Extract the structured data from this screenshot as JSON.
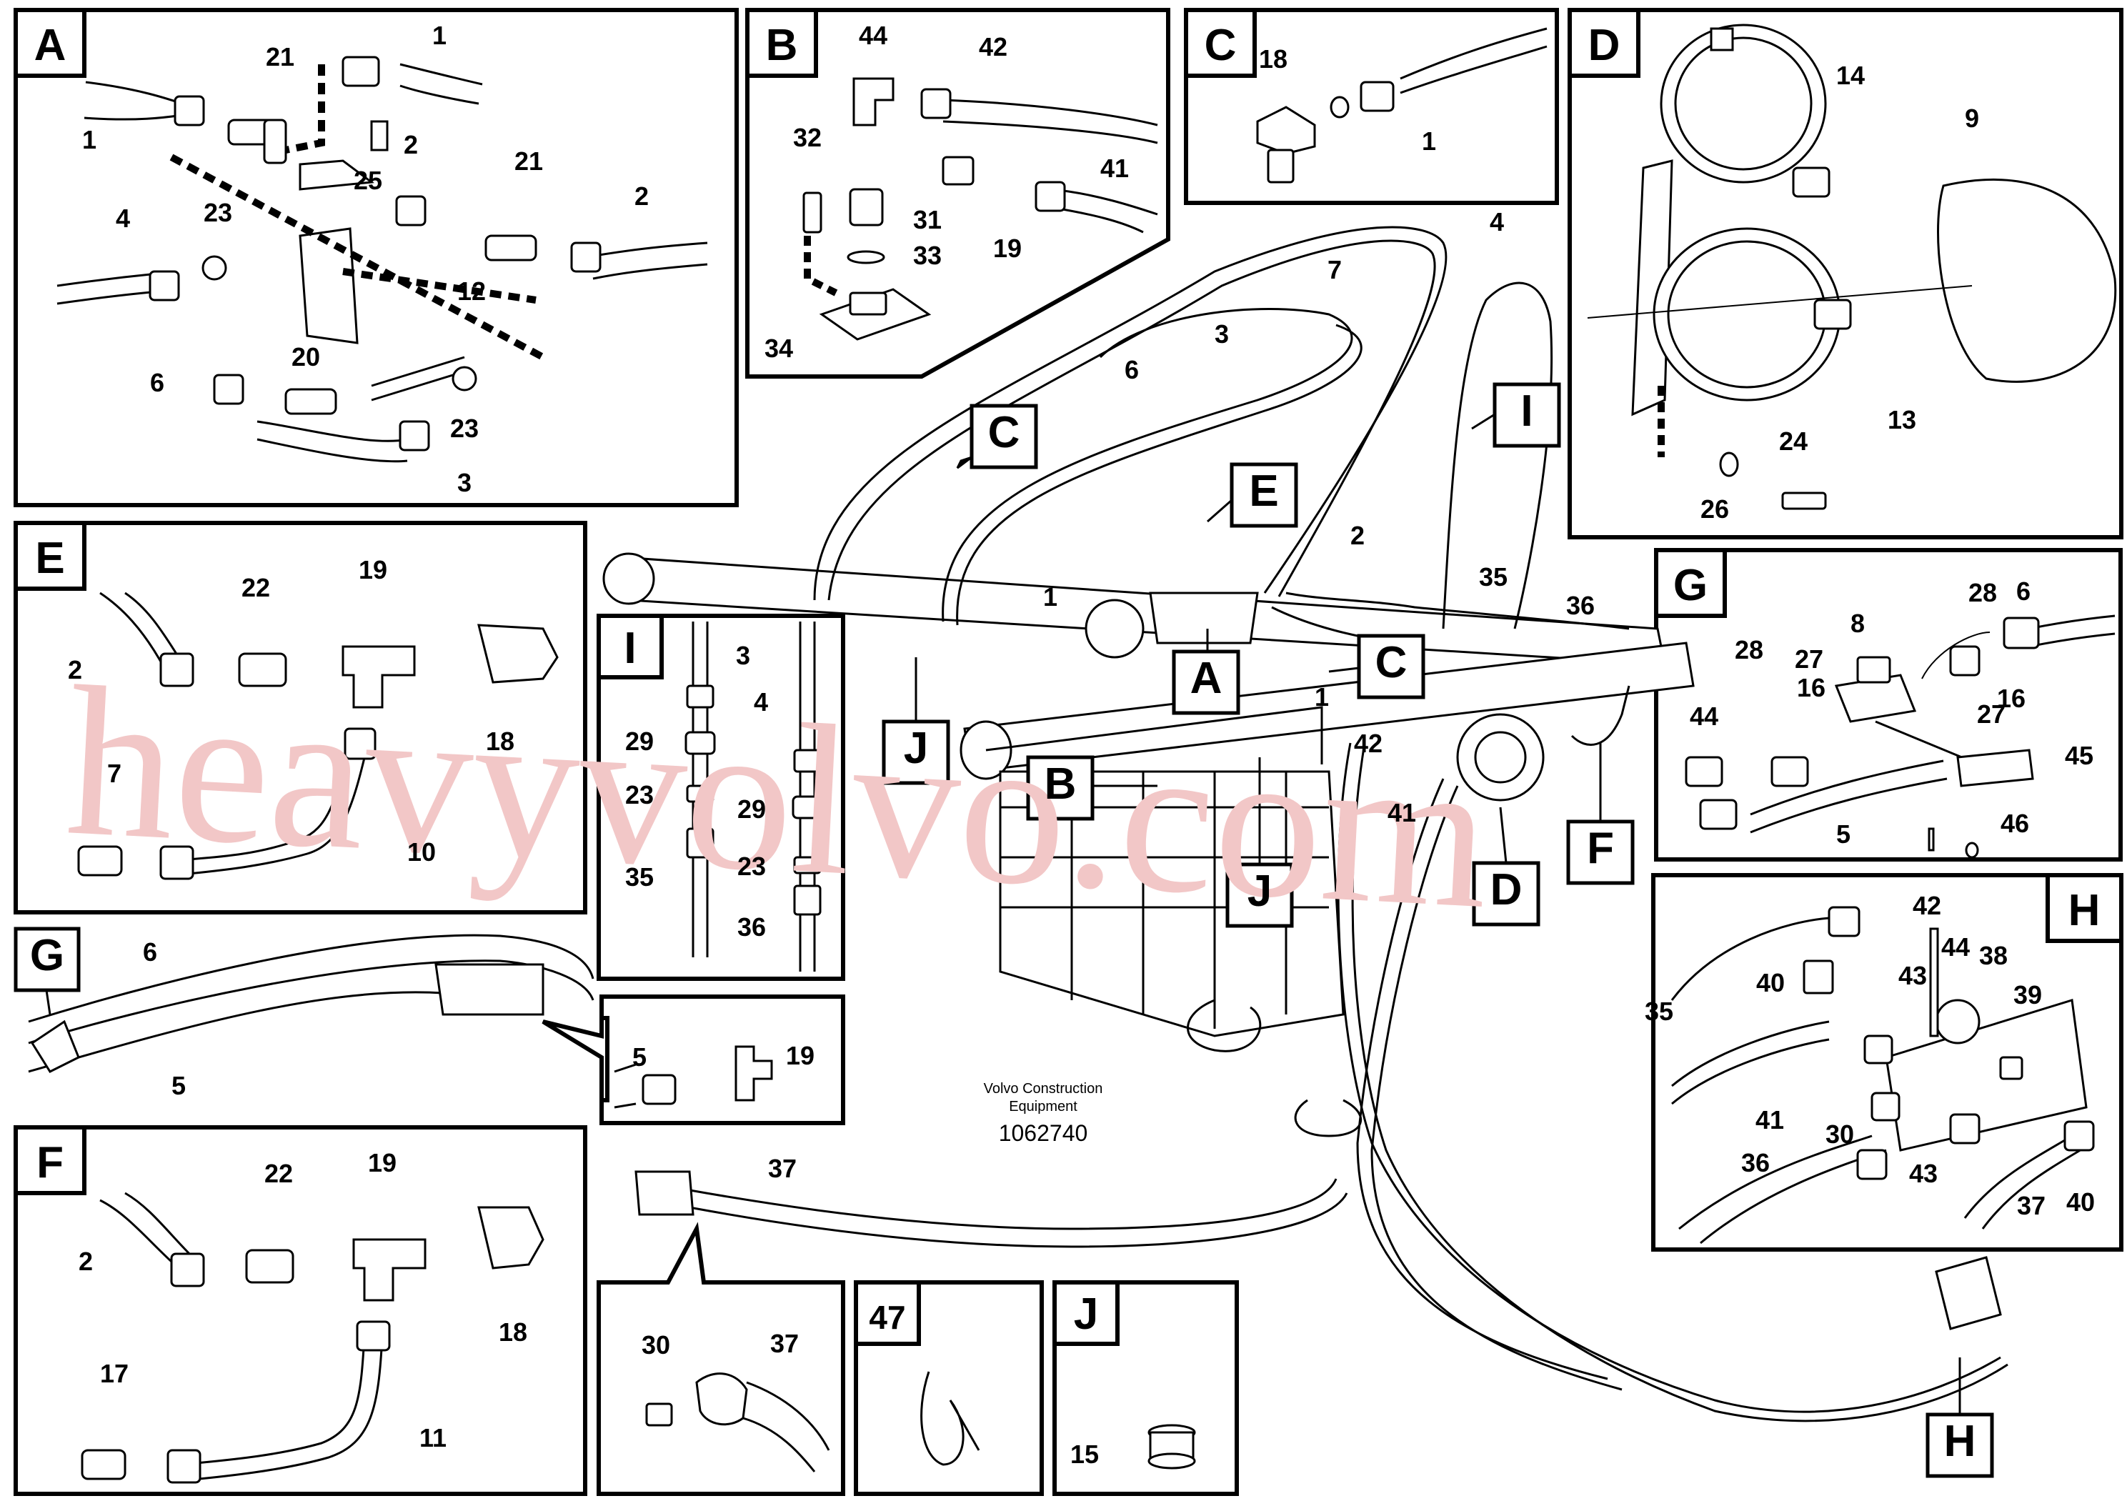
{
  "watermark": "heavyvolvo.com",
  "caption": {
    "line1": "Volvo Construction",
    "line2": "Equipment",
    "code": "1062740"
  },
  "panels": [
    {
      "id": "A",
      "labels": [
        {
          "t": "1"
        },
        {
          "t": "21"
        },
        {
          "t": "1"
        },
        {
          "t": "25"
        },
        {
          "t": "2"
        },
        {
          "t": "21"
        },
        {
          "t": "2"
        },
        {
          "t": "4"
        },
        {
          "t": "23"
        },
        {
          "t": "12"
        },
        {
          "t": "20"
        },
        {
          "t": "6"
        },
        {
          "t": "23"
        },
        {
          "t": "3"
        }
      ]
    },
    {
      "id": "B",
      "labels": [
        {
          "t": "44"
        },
        {
          "t": "42"
        },
        {
          "t": "32"
        },
        {
          "t": "41"
        },
        {
          "t": "31"
        },
        {
          "t": "33"
        },
        {
          "t": "19"
        },
        {
          "t": "34"
        }
      ]
    },
    {
      "id": "C",
      "labels": [
        {
          "t": "18"
        },
        {
          "t": "1"
        }
      ]
    },
    {
      "id": "D",
      "labels": [
        {
          "t": "14"
        },
        {
          "t": "9"
        },
        {
          "t": "13"
        },
        {
          "t": "24"
        },
        {
          "t": "26"
        }
      ]
    },
    {
      "id": "E",
      "labels": [
        {
          "t": "22"
        },
        {
          "t": "19"
        },
        {
          "t": "2"
        },
        {
          "t": "18"
        },
        {
          "t": "7"
        },
        {
          "t": "10"
        }
      ]
    },
    {
      "id": "I",
      "labels": [
        {
          "t": "3"
        },
        {
          "t": "4"
        },
        {
          "t": "29"
        },
        {
          "t": "23"
        },
        {
          "t": "29"
        },
        {
          "t": "35"
        },
        {
          "t": "23"
        },
        {
          "t": "36"
        }
      ]
    },
    {
      "id": "G",
      "labels": [
        {
          "t": "8"
        },
        {
          "t": "28"
        },
        {
          "t": "28"
        },
        {
          "t": "16"
        },
        {
          "t": "27"
        },
        {
          "t": "6"
        },
        {
          "t": "44"
        },
        {
          "t": "16"
        },
        {
          "t": "27"
        },
        {
          "t": "45"
        },
        {
          "t": "5"
        },
        {
          "t": "46"
        }
      ]
    },
    {
      "id": "H",
      "labels": [
        {
          "t": "42"
        },
        {
          "t": "44"
        },
        {
          "t": "38"
        },
        {
          "t": "40"
        },
        {
          "t": "43"
        },
        {
          "t": "39"
        },
        {
          "t": "35"
        },
        {
          "t": "41"
        },
        {
          "t": "30"
        },
        {
          "t": "36"
        },
        {
          "t": "43"
        },
        {
          "t": "37"
        },
        {
          "t": "40"
        }
      ]
    },
    {
      "id": "F",
      "labels": [
        {
          "t": "22"
        },
        {
          "t": "19"
        },
        {
          "t": "2"
        },
        {
          "t": "18"
        },
        {
          "t": "17"
        },
        {
          "t": "11"
        }
      ]
    },
    {
      "id": "J",
      "labels": [
        {
          "t": "15"
        }
      ]
    }
  ],
  "small_panels": [
    {
      "id": "detail-19",
      "labels": [
        {
          "t": "5"
        },
        {
          "t": "19"
        }
      ]
    },
    {
      "id": "detail-37",
      "labels": [
        {
          "t": "30"
        },
        {
          "t": "37"
        }
      ]
    },
    {
      "id": "item-47",
      "title": "47"
    }
  ],
  "overview": {
    "callouts": [
      {
        "t": "C"
      },
      {
        "t": "E"
      },
      {
        "t": "I"
      },
      {
        "t": "A"
      },
      {
        "t": "C"
      },
      {
        "t": "J"
      },
      {
        "t": "B"
      },
      {
        "t": "J"
      },
      {
        "t": "D"
      },
      {
        "t": "F"
      },
      {
        "t": "G"
      },
      {
        "t": "H"
      }
    ],
    "labels": [
      {
        "t": "3"
      },
      {
        "t": "7"
      },
      {
        "t": "4"
      },
      {
        "t": "6"
      },
      {
        "t": "2"
      },
      {
        "t": "35"
      },
      {
        "t": "36"
      },
      {
        "t": "1"
      },
      {
        "t": "1"
      },
      {
        "t": "42"
      },
      {
        "t": "41"
      },
      {
        "t": "6"
      },
      {
        "t": "5"
      },
      {
        "t": "37"
      }
    ]
  }
}
